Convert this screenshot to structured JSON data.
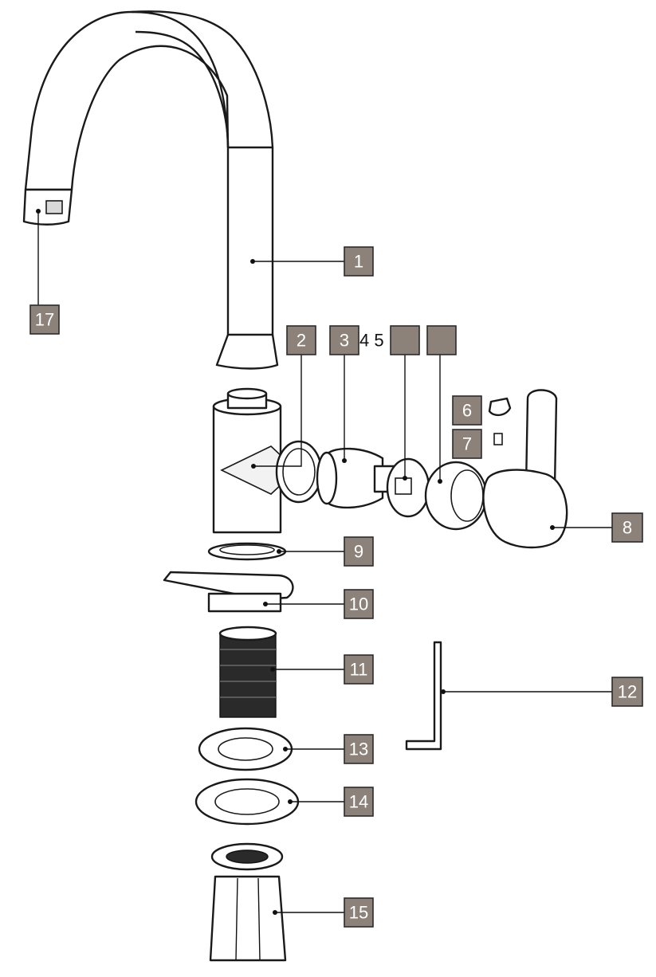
{
  "callouts": {
    "c1": "1",
    "c2": "2",
    "c3": "3",
    "c4_5": "4 5",
    "c6": "6",
    "c7": "7",
    "c8": "8",
    "c9": "9",
    "c10": "10",
    "c11": "11",
    "c12": "12",
    "c13": "13",
    "c14": "14",
    "c15": "15",
    "c17": "17"
  }
}
